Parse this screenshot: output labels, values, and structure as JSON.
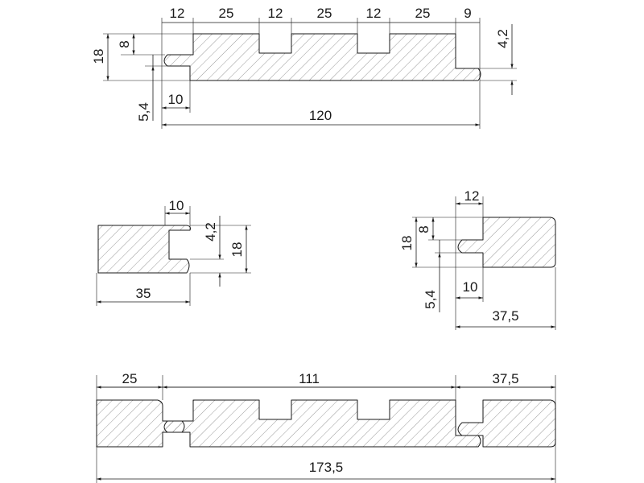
{
  "colors": {
    "line": "#1a1a1a",
    "hatch": "#6e6e6e",
    "background": "#ffffff"
  },
  "profile_top": {
    "width_labels": [
      "12",
      "25",
      "12",
      "25",
      "12",
      "25",
      "9"
    ],
    "groove_depth": "8",
    "thickness": "18",
    "tongue_thickness": "4,2",
    "tongue_offset": "5,4",
    "tongue_length": "10",
    "total_width": "120"
  },
  "end_left": {
    "rebate_width": "10",
    "rebate_depth": "4,2",
    "thickness": "18",
    "width": "35"
  },
  "end_right": {
    "width_top": "12",
    "groove_depth": "8",
    "thickness": "18",
    "offset": "5,4",
    "tongue_length": "10",
    "width": "37,5"
  },
  "assembly": {
    "left_width": "25",
    "middle_width": "111",
    "right_width": "37,5",
    "total_width": "173,5"
  }
}
